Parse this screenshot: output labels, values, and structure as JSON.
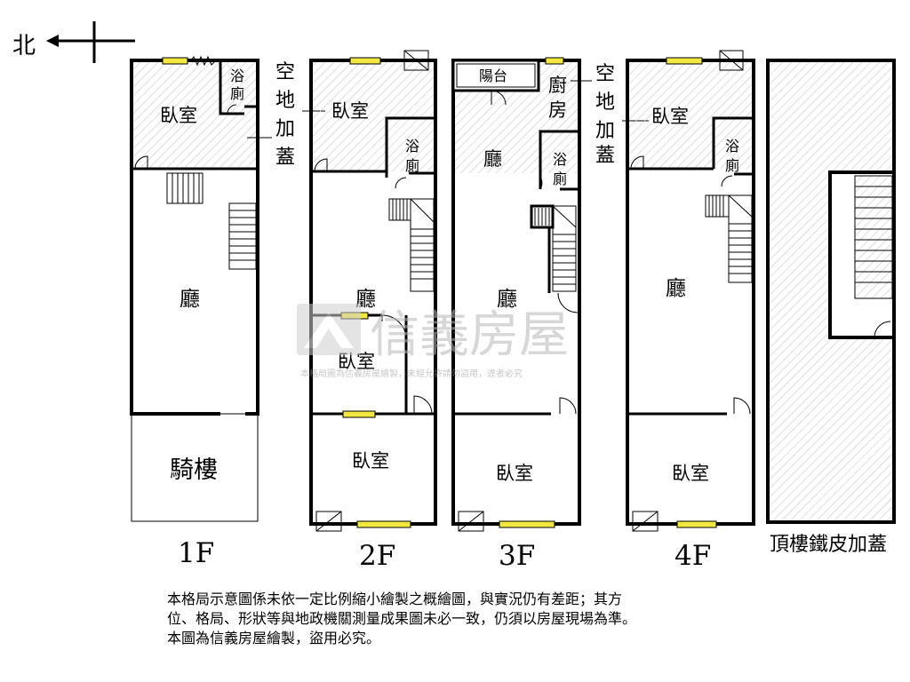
{
  "compass": {
    "north": "北"
  },
  "watermark": {
    "brand": "信義房屋",
    "notice": "本格局圖為信義房屋繪製，未經允許請勿盜用，違者必究"
  },
  "floors": {
    "f1": {
      "name": "1F",
      "rooms": {
        "bedroom": "臥室",
        "bath_top": "浴",
        "bath_bottom": "廁",
        "hall": "廳",
        "arcade": "騎樓"
      },
      "note": [
        "空",
        "地",
        "加",
        "蓋"
      ]
    },
    "f2": {
      "name": "2F",
      "rooms": {
        "bedroom_north": "臥室",
        "bath_top": "浴",
        "bath_bottom": "廁",
        "hall": "廳",
        "bedroom_mid": "臥室",
        "bedroom_south": "臥室"
      }
    },
    "f3": {
      "name": "3F",
      "rooms": {
        "balcony": "陽台",
        "kitchen_top": "廚",
        "kitchen_bottom": "房",
        "hall_north": "廳",
        "bath_top": "浴",
        "bath_bottom": "廁",
        "hall": "廳",
        "bedroom_south": "臥室"
      },
      "note": [
        "空",
        "地",
        "加",
        "蓋"
      ]
    },
    "f4": {
      "name": "4F",
      "rooms": {
        "bedroom_north": "臥室",
        "bath_top": "浴",
        "bath_bottom": "廁",
        "hall": "廳",
        "bedroom_south": "臥室"
      }
    },
    "roof": {
      "name": "頂樓鐵皮加蓋"
    }
  },
  "disclaimer": [
    "本格局示意圖係未依一定比例縮小繪製之概繪圖，與實況仍有差距；其方",
    "位、格局、形狀等與地政機關測量成果圖未必一致，仍須以房屋現場為準。",
    "本圖為信義房屋繪製，盜用必究。"
  ],
  "colors": {
    "window": "#f2e840",
    "hatch": "#c8c8c8",
    "watermark": "#c9c9c9"
  }
}
